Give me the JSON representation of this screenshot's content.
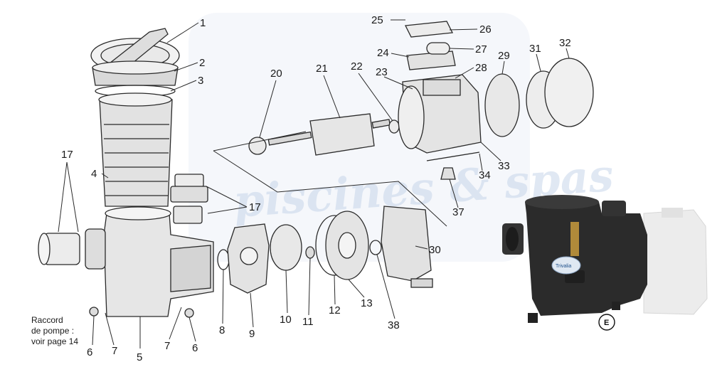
{
  "callouts": [
    {
      "label": "1"
    },
    {
      "label": "2"
    },
    {
      "label": "3"
    },
    {
      "label": "4"
    },
    {
      "label": "5"
    },
    {
      "label": "6"
    },
    {
      "label": "6"
    },
    {
      "label": "7"
    },
    {
      "label": "7"
    },
    {
      "label": "8"
    },
    {
      "label": "9"
    },
    {
      "label": "10"
    },
    {
      "label": "11"
    },
    {
      "label": "12"
    },
    {
      "label": "13"
    },
    {
      "label": "17"
    },
    {
      "label": "17"
    },
    {
      "label": "20"
    },
    {
      "label": "21"
    },
    {
      "label": "22"
    },
    {
      "label": "23"
    },
    {
      "label": "24"
    },
    {
      "label": "25"
    },
    {
      "label": "26"
    },
    {
      "label": "27"
    },
    {
      "label": "28"
    },
    {
      "label": "29"
    },
    {
      "label": "30"
    },
    {
      "label": "31"
    },
    {
      "label": "32"
    },
    {
      "label": "33"
    },
    {
      "label": "34"
    },
    {
      "label": "37"
    },
    {
      "label": "38"
    }
  ],
  "note_lines": [
    "Raccord",
    "de pompe :",
    "voir page 14"
  ],
  "photo_badge": "E",
  "photo_logo": "Trivalia",
  "watermark": "piscines & spas",
  "colors": {
    "line": "#2a2a2a",
    "part_fill": "#e9e9e9",
    "pump_black": "#2b2b2b",
    "watermark": "#c7d6ea"
  }
}
